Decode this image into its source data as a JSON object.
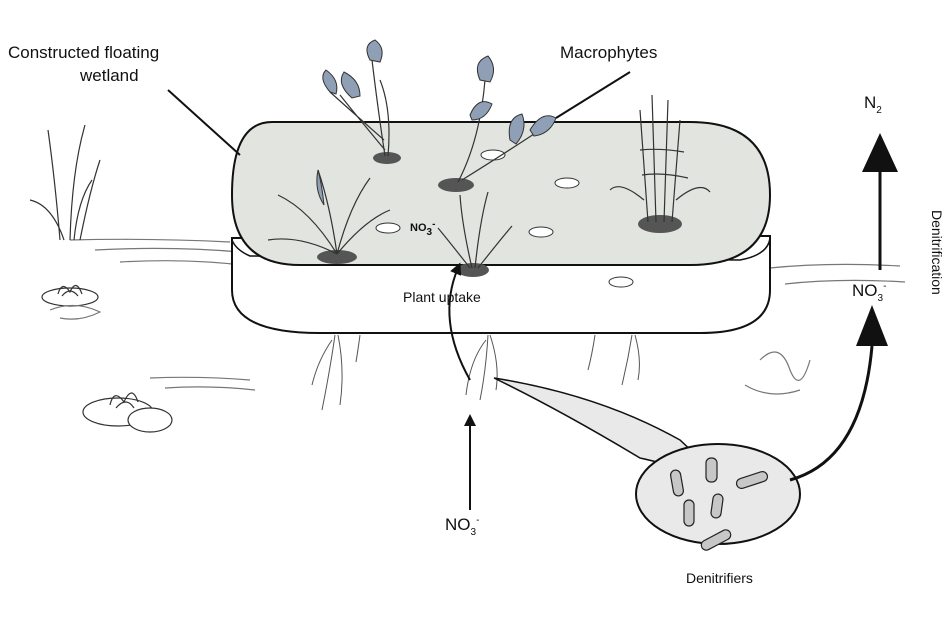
{
  "labels": {
    "wetland_line1": "Constructed floating",
    "wetland_line2": "wetland",
    "macrophytes": "Macrophytes",
    "n2": "N",
    "n2_sub": "2",
    "denitrification": "Denitrification",
    "no3_mat": "NO",
    "no3_mat_sub": "3",
    "no3_mat_sup": "-",
    "plant_uptake": "Plant uptake",
    "no3_right": "NO",
    "no3_right_sub": "3",
    "no3_right_sup": "-",
    "no3_bottom": "NO",
    "no3_bottom_sub": "3",
    "no3_bottom_sup": "-",
    "denitrifiers": "Denitrifiers"
  },
  "colors": {
    "mat_top": "#e2e4df",
    "plant_blue": "#8fa0b6",
    "zoom_fill": "#e9e9e9"
  }
}
